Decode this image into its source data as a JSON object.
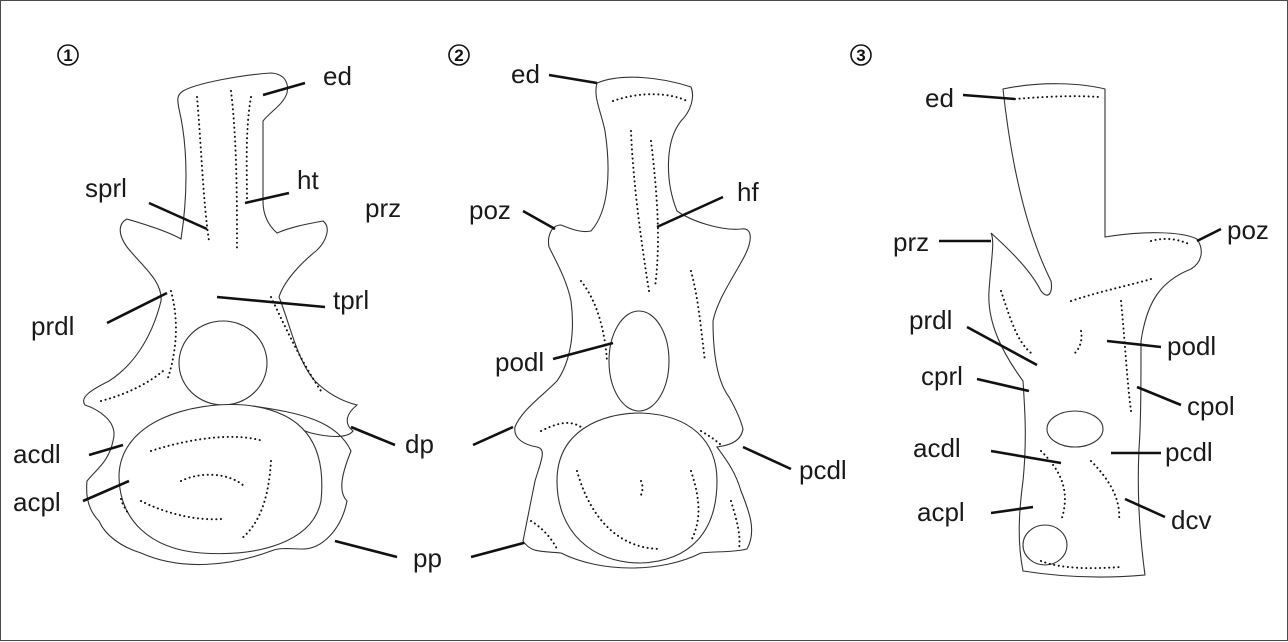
{
  "panels": [
    {
      "id": "1",
      "numeral": "1"
    },
    {
      "id": "2",
      "numeral": "2"
    },
    {
      "id": "3",
      "numeral": "3"
    }
  ],
  "labels": {
    "p1": {
      "ed": "ed",
      "ht": "ht",
      "sprl": "sprl",
      "prz": "prz",
      "tprl": "tprl",
      "prdl": "prdl",
      "acdl": "acdl",
      "acpl": "acpl"
    },
    "shared": {
      "dp": "dp",
      "pp": "pp"
    },
    "p2": {
      "ed": "ed",
      "hf": "hf",
      "poz": "poz",
      "podl": "podl",
      "pcdl": "pcdl"
    },
    "p3": {
      "ed": "ed",
      "prz": "prz",
      "poz": "poz",
      "prdl": "prdl",
      "podl": "podl",
      "cprl": "cprl",
      "cpol": "cpol",
      "acdl": "acdl",
      "pcdl": "pcdl",
      "acpl": "acpl",
      "dcv": "dcv"
    }
  }
}
